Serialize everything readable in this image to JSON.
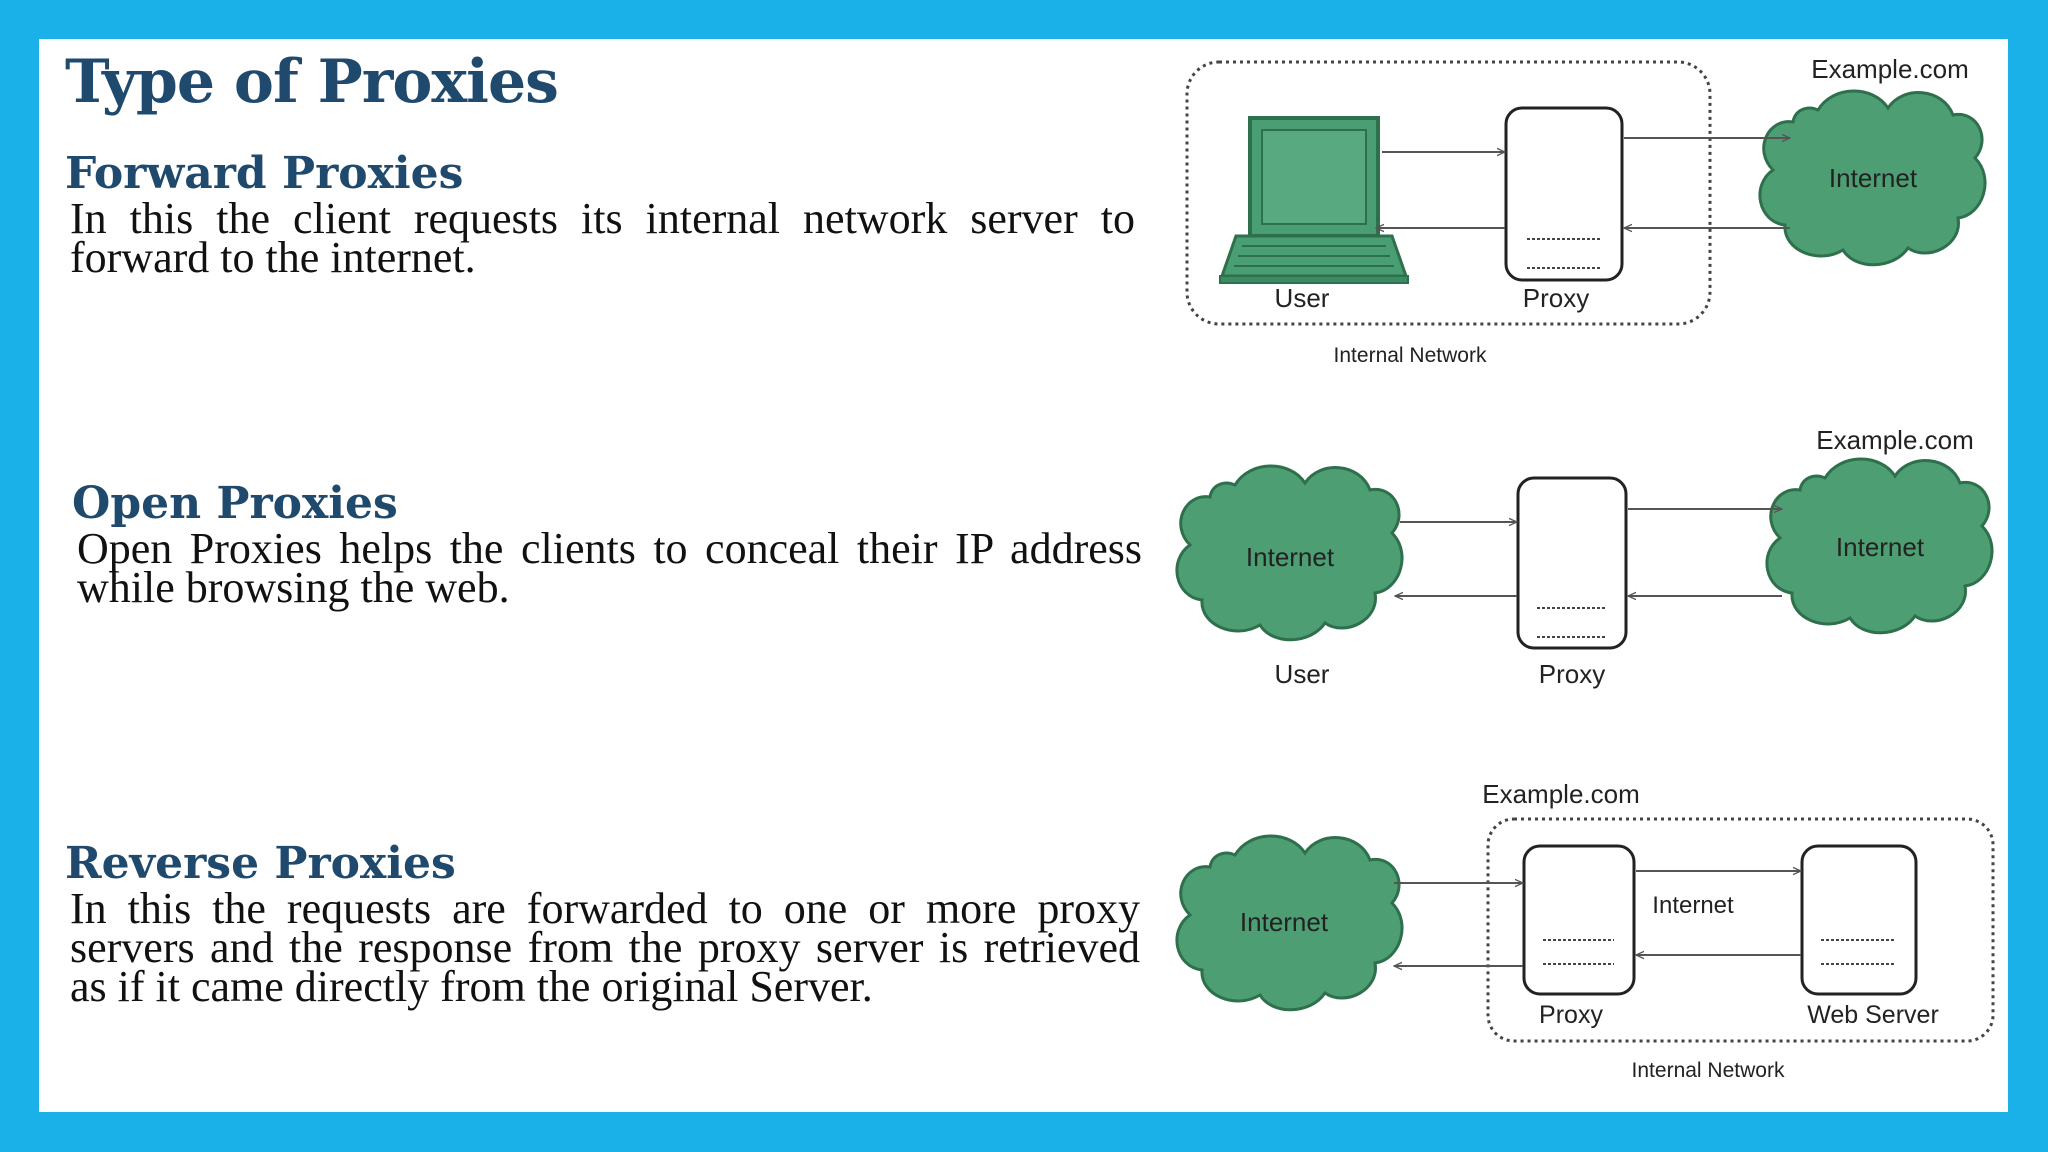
{
  "slide": {
    "title": "Type of Proxies",
    "sections": [
      {
        "heading": "Forward Proxies",
        "body": "In this the client requests its internal network server to forward to the internet."
      },
      {
        "heading": "Open Proxies",
        "body": "Open Proxies helps the clients to conceal their IP address while browsing the web."
      },
      {
        "heading": "Reverse Proxies",
        "body": "In this the requests are forwarded to one or more proxy servers and the response from the proxy server is retrieved as if it came directly from the original Server."
      }
    ]
  },
  "diagrams": {
    "forward": {
      "domain": "Example.com",
      "cloud": "Internet",
      "user": "User",
      "proxy": "Proxy",
      "network": "Internal Network"
    },
    "open": {
      "domain": "Example.com",
      "cloud_left": "Internet",
      "cloud_right": "Internet",
      "user": "User",
      "proxy": "Proxy"
    },
    "reverse": {
      "domain": "Example.com",
      "cloud": "Internet",
      "inner": "Internet",
      "proxy": "Proxy",
      "server": "Web Server",
      "network": "Internal Network"
    }
  },
  "colors": {
    "frame": "#1ab0e8",
    "heading": "#1f4a6e",
    "cloud": "#4d9e73",
    "laptop": "#4a9e74"
  }
}
